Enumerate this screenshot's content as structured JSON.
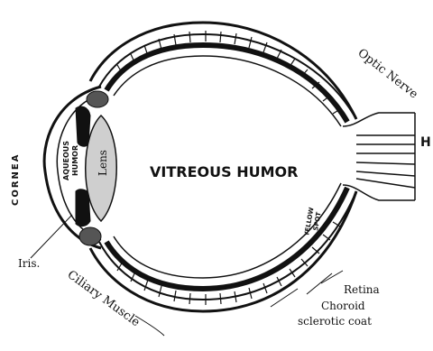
{
  "labels": {
    "vitreous_humor": "VITREOUS HUMOR",
    "optic_nerve": "Optic Nerve",
    "cornea": "CORNEA",
    "aqueous_humor_line1": "AQUEOUS",
    "aqueous_humor_line2": "HUMOR",
    "lens": "Lens",
    "yellow_spot_line1": "YELLOW",
    "yellow_spot_line2": "SPOT",
    "iris": "Iris.",
    "ciliary_muscle": "Ciliary Muscle",
    "retina": "Retina",
    "choroid": "Choroid",
    "sclerotic_coat": "sclerotic coat",
    "edge_fragment": "H"
  },
  "colors": {
    "ink": "#111111",
    "background": "#ffffff"
  }
}
